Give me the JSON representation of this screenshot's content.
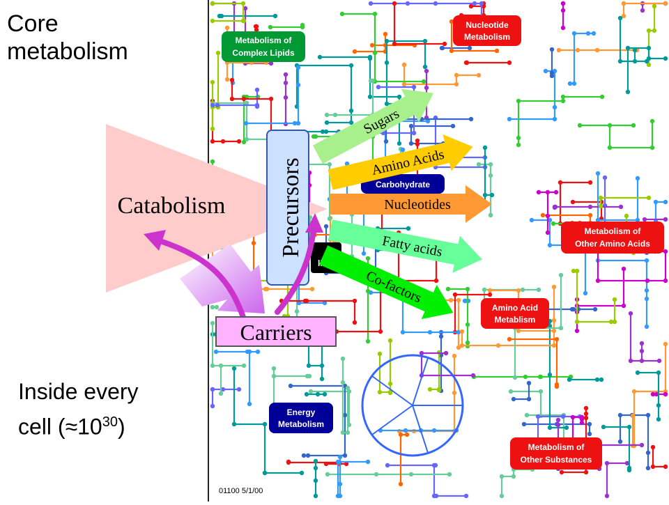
{
  "left_text": {
    "title_line1": "Core",
    "title_line2": "metabolism",
    "note_line1": "Inside every",
    "note_line2_prefix": "cell (",
    "approx_symbol": "≈",
    "note_base": "10",
    "note_exponent": "30",
    "note_suffix": ")"
  },
  "labels": {
    "catabolism": "Catabolism",
    "precursors": "Precursors",
    "carriers": "Carriers"
  },
  "output_arrows": [
    {
      "label": "Sugars",
      "color": "#a8f08c"
    },
    {
      "label": "Amino Acids",
      "color": "#ffcc00"
    },
    {
      "label": "Nucleotides",
      "color": "#ff9933"
    },
    {
      "label": "Fatty acids",
      "color": "#66ff99"
    },
    {
      "label": "Co-factors",
      "color": "#00ee00"
    }
  ],
  "map_boxes": [
    {
      "lines": [
        "Metabolism of",
        "Complex Lipids"
      ],
      "color": "#009933"
    },
    {
      "lines": [
        "Nucleotide",
        "Metabolism"
      ],
      "color": "#ee1111"
    },
    {
      "lines": [
        "Carbohydrate"
      ],
      "color": "#000099"
    },
    {
      "lines": [
        "Metabolism of",
        "Other Amino Acids"
      ],
      "color": "#ee1111"
    },
    {
      "lines": [
        "Amino Acid",
        "Metablism"
      ],
      "color": "#ee1111"
    },
    {
      "lines": [
        "Energy",
        "Metabolism"
      ],
      "color": "#000099"
    },
    {
      "lines": [
        "Metabolism of",
        "Other Substances"
      ],
      "color": "#ee1111"
    },
    {
      "lines": [
        "lism"
      ],
      "color": "#000000"
    }
  ],
  "map_footer": "01100  5/1/00",
  "colors": {
    "catabolism_arrow": "#ffcccc",
    "precursors_box": "#cce0ff",
    "carriers_box": "#ffb3ff",
    "magenta_arrows": "#cc33cc",
    "lavender_arrow": "#cc88ee"
  }
}
